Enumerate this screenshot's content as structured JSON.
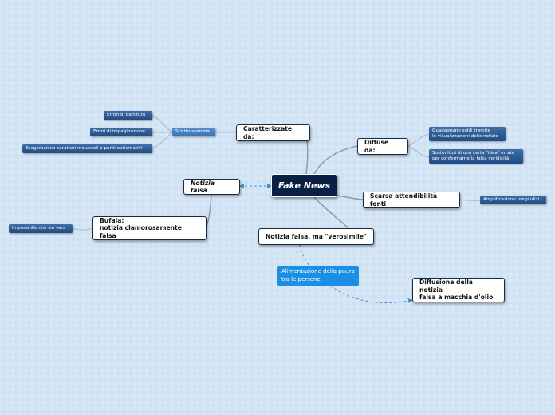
{
  "central": {
    "label": "Fake News"
  },
  "nodes": {
    "caratterizzate": "Caratterizzate da:",
    "diffuse": "Diffuse da:",
    "scarsa": "Scarsa attendibilità fonti",
    "verosimile": "Notizia falsa, ma \"verosimile\"",
    "notizia_falsa": "Notizia falsa",
    "bufala": "Bufala:\nnotizia clamorosamente falsa",
    "diffusione": "Diffusione della notizia\nfalsa a macchia d'olio"
  },
  "subtopics": {
    "errori_battitura": "Errori di battitura",
    "errori_impaginazione": "Errori di impaginazione",
    "esagerazione": "Esagerazione caratteri maiuscoli e punti esclamativi",
    "scrittura_errata": "Scrittura errata",
    "guadagnano": "Guadagnano soldi tramite\nle visualizzazioni delle notizie",
    "sostenitori": "Sostenitori di una certa \"idea\" errata\nper confermarne la falsa veridicità",
    "amplificazione": "Amplificazione pregiudizi",
    "impossibile": "Impossibile che sia vera"
  },
  "callout": {
    "alimentazione": "Alimentazione della paura\ntra le persone"
  },
  "colors": {
    "line": "#8f9fb1",
    "dashed": "#3a8fd8",
    "central": "#0a1f44",
    "sub": "#2a5a94",
    "callout": "#1b8fe3"
  }
}
